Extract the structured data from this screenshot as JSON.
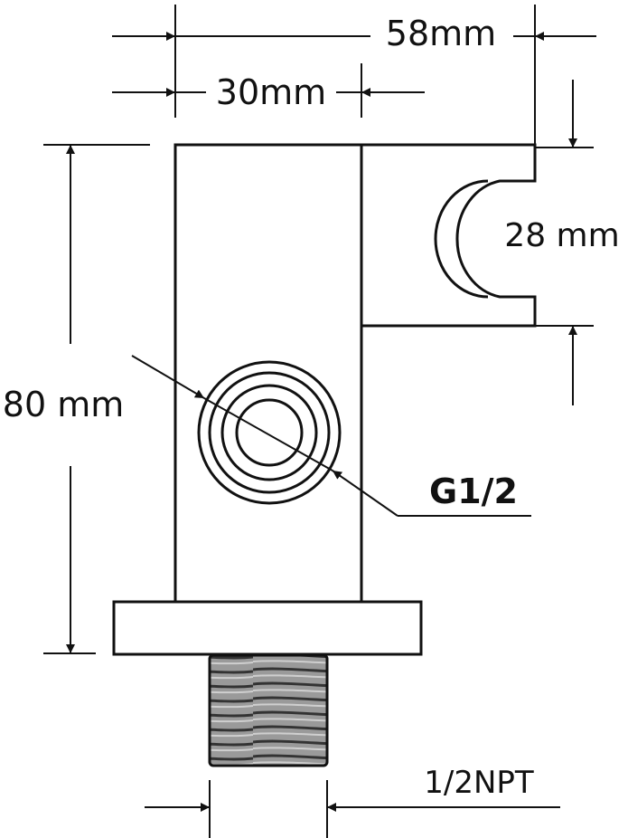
{
  "diagram": {
    "dimensions": {
      "overall_width": "58mm",
      "body_width": "30mm",
      "hook_opening": "28 mm",
      "body_height": "80 mm"
    },
    "callouts": {
      "outlet_thread": "G1/2",
      "inlet_thread": "1/2NPT"
    }
  }
}
